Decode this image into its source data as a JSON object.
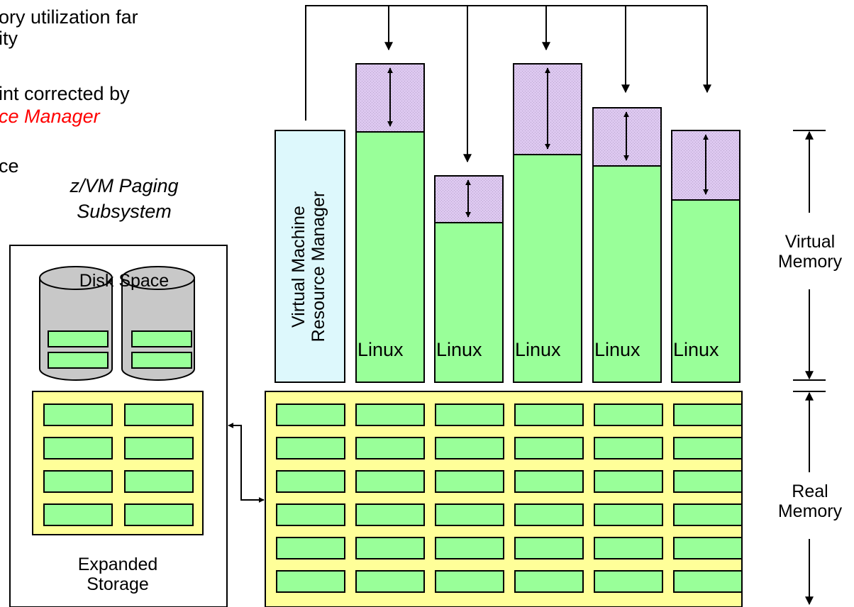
{
  "bullets": {
    "line1a": "ory utilization far",
    "line1b": "ity",
    "line2a": "int corrected by",
    "line2b": "ce Manager",
    "line3": "ce"
  },
  "paging": {
    "title_line1": "z/VM Paging",
    "title_line2": "Subsystem",
    "disk_label": "Disk Space",
    "expanded_line1": "Expanded",
    "expanded_line2": "Storage"
  },
  "vmrm": {
    "line1": "Virtual Machine",
    "line2": "Resource Manager"
  },
  "guests": [
    "Linux",
    "Linux",
    "Linux",
    "Linux",
    "Linux"
  ],
  "memory_scale": {
    "virtual_line1": "Virtual",
    "virtual_line2": "Memory",
    "real_line1": "Real",
    "real_line2": "Memory"
  },
  "colors": {
    "green": "#99ff99",
    "lavender": "#ddc8f0",
    "yellow": "#ffff99",
    "light_cyan": "#ddf8fc",
    "disk_gray": "#c8c8c8",
    "red_text": "#ff0000"
  }
}
